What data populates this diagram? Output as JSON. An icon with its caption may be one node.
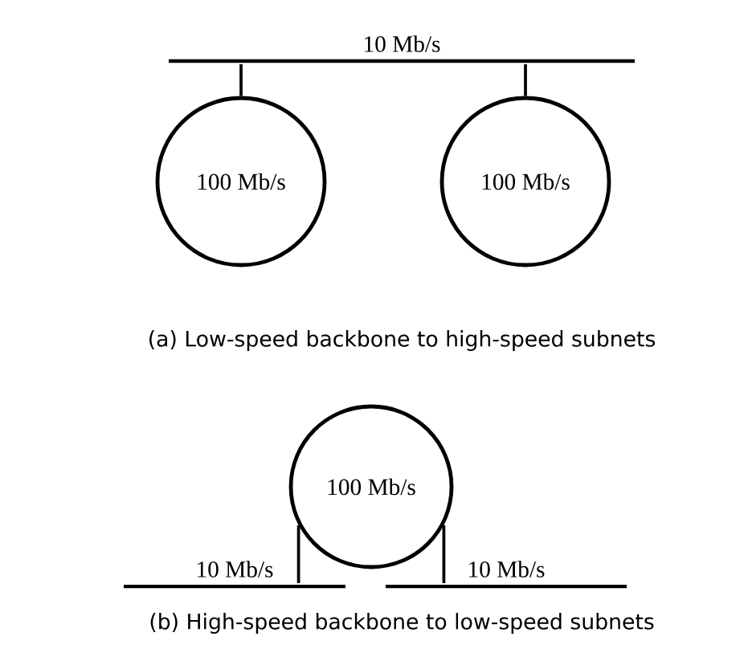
{
  "diagram": {
    "nodes": [
      {
        "text": [
          "10 Mb/s"
        ]
      },
      {
        "text": [
          "100 Mb/s"
        ]
      },
      {
        "text": [
          "100 Mb/s"
        ]
      },
      {
        "text": [
          "100 Mb/s"
        ]
      },
      {
        "text": [
          "10 Mb/s"
        ]
      },
      {
        "text": [
          "10 Mb/s"
        ]
      }
    ],
    "edges": [
      {
        "from": 0,
        "to": 1,
        "arrow": "none"
      },
      {
        "from": 0,
        "to": 2,
        "arrow": "none"
      },
      {
        "from": 3,
        "to": 4,
        "arrow": "none"
      },
      {
        "from": 3,
        "to": 5,
        "arrow": "none"
      }
    ],
    "labels": [
      "(a) Low-speed backbone to high-speed subnets",
      "(b) High-speed backbone to low-speed subnets"
    ]
  }
}
